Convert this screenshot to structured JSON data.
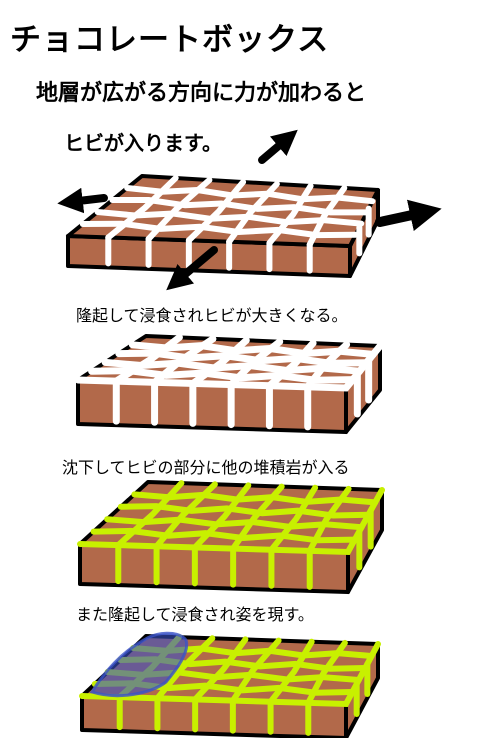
{
  "title": "チョコレートボックス",
  "steps": [
    {
      "caption_line1": "地層が広がる方向に力が加わると",
      "caption_line2": "ヒビが入ります。"
    },
    {
      "caption": "隆起して浸食されヒビが大きくなる。"
    },
    {
      "caption": "沈下してヒビの部分に他の堆積岩が入る"
    },
    {
      "caption": "また隆起して浸食され姿を現す。"
    }
  ],
  "colors": {
    "rock": "#b2694a",
    "crack_white": "#ffffff",
    "fill_green": "#c8f000",
    "outline": "#000000",
    "overlay_blue": "#3a52c8"
  }
}
